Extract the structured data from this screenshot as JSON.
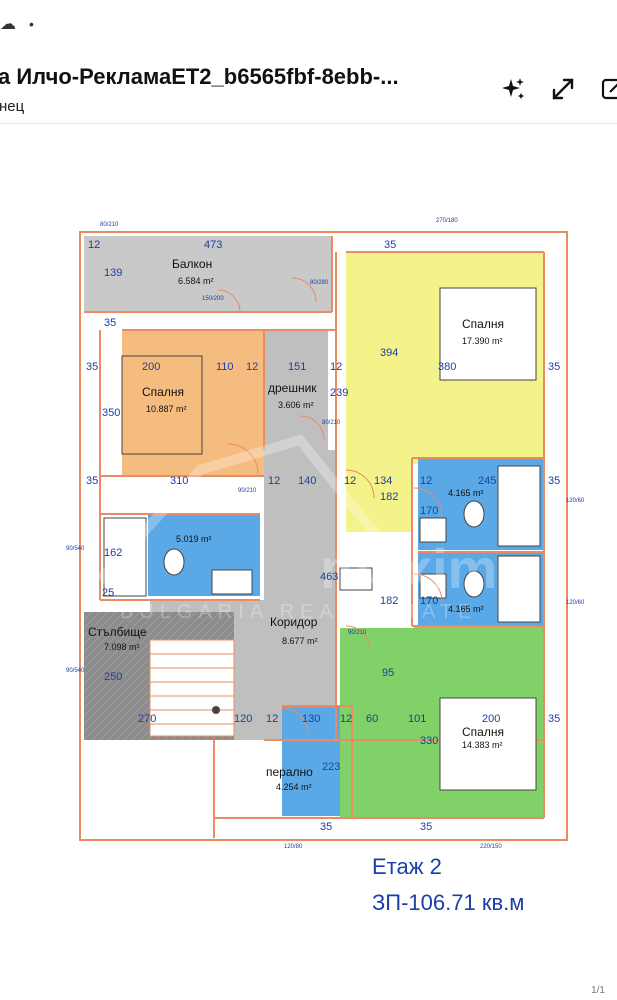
{
  "header": {
    "title": "а Илчо-РекламаЕТ2_b6565fbf-8ebb-...",
    "subtitle": "нец",
    "cloud_icon": "cloud-icon",
    "more_dot": "•"
  },
  "toolbar": {
    "sparkle_icon": "sparkle-icon",
    "expand_icon": "expand-icon",
    "edit_icon": "edit-icon"
  },
  "plan": {
    "rooms": {
      "balcony": {
        "name": "Балкон",
        "area": "6.584 m²"
      },
      "bedroom_nw": {
        "name": "Спалня",
        "area": "10.887 m²"
      },
      "closet": {
        "name": "дрешник",
        "area": "3.606 m²"
      },
      "bedroom_ne": {
        "name": "Спалня",
        "area": "17.390 m²"
      },
      "bath_w": {
        "name": "",
        "area": "5.019 m²"
      },
      "bath_ne1": {
        "name": "",
        "area": "4.165 m²"
      },
      "bath_ne2": {
        "name": "",
        "area": "4.165 m²"
      },
      "stairs": {
        "name": "Стълбище",
        "area": "7.098 m²"
      },
      "corridor": {
        "name": "Коридор",
        "area": "8.677 m²"
      },
      "laundry": {
        "name": "перално",
        "area": "4.254 m²"
      },
      "bedroom_se": {
        "name": "Спалня",
        "area": "14.383 m²"
      }
    },
    "dims": [
      "473",
      "12",
      "139",
      "35",
      "35",
      "200",
      "110",
      "12",
      "151",
      "12",
      "394",
      "380",
      "35",
      "350",
      "239",
      "35",
      "310",
      "12",
      "140",
      "12",
      "134",
      "12",
      "245",
      "35",
      "162",
      "463",
      "182",
      "170",
      "25",
      "182",
      "170",
      "250",
      "95",
      "270",
      "120",
      "12",
      "130",
      "12",
      "60",
      "101",
      "200",
      "35",
      "330",
      "223",
      "35",
      "35",
      "35"
    ],
    "window_marks": [
      "80/280",
      "90/210",
      "80/210",
      "90/210",
      "120/60",
      "120/60",
      "90/540",
      "90/540",
      "120/80",
      "220/150",
      "150/200",
      "270/180",
      "80/210"
    ],
    "floor_label": "Етаж 2",
    "area_label": "ЗП-106.71 кв.м",
    "watermark": "maximo",
    "watermark_sub": "BULGARIA REAL ESTATE"
  },
  "colors": {
    "balcony": "#c9c9c9",
    "orange": "#f5bc80",
    "yellow": "#f4f28a",
    "blue": "#5aa8e6",
    "green": "#7fd168",
    "gray": "#bfbfbf",
    "stairs": "#8c8c8c",
    "wall": "#ea8b63",
    "dim": "#1a3fa8",
    "label_blue": "#1a3fa8"
  },
  "footer": {
    "page": "1/1"
  }
}
